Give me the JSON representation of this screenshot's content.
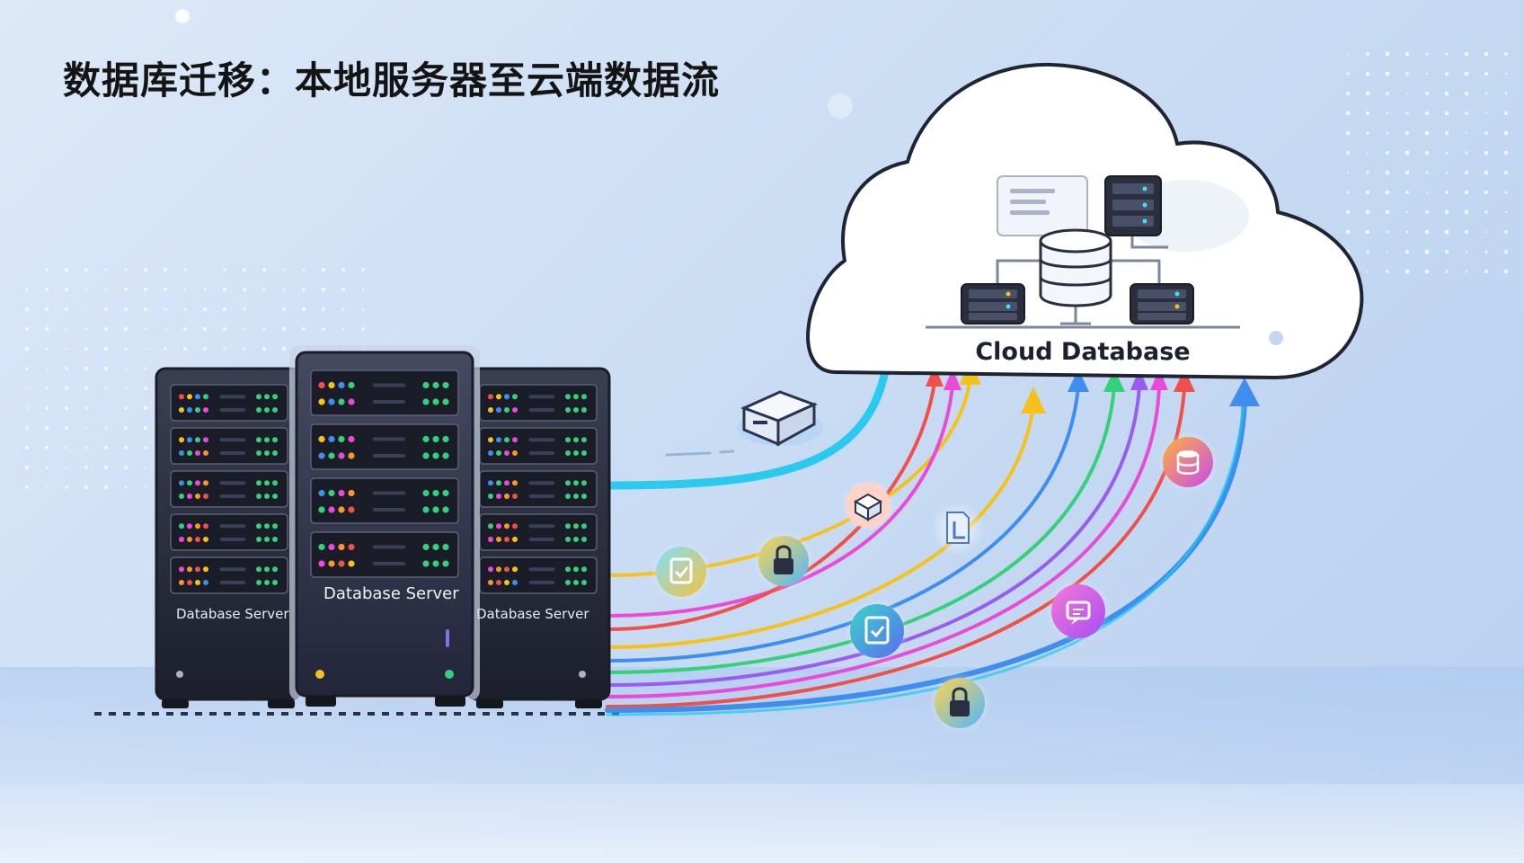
{
  "title": "数据库迁移：本地服务器至云端数据流",
  "servers": {
    "left_label": "Database Server",
    "center_label": "Database Server",
    "right_label": "Database Server"
  },
  "cloud": {
    "label": "Cloud Database"
  },
  "palette": {
    "cyan": "#22c8ee",
    "yellow": "#f5c21b",
    "magenta": "#e84bd8",
    "green": "#35d07a",
    "blue": "#3e8ef0",
    "red": "#f0504a",
    "purple": "#9a5cf0",
    "orange": "#f59a2a"
  },
  "icons": [
    "server-block-icon",
    "lock-icon",
    "clipboard-check-icon",
    "document-icon",
    "database-icon",
    "chat-icon",
    "package-icon"
  ]
}
